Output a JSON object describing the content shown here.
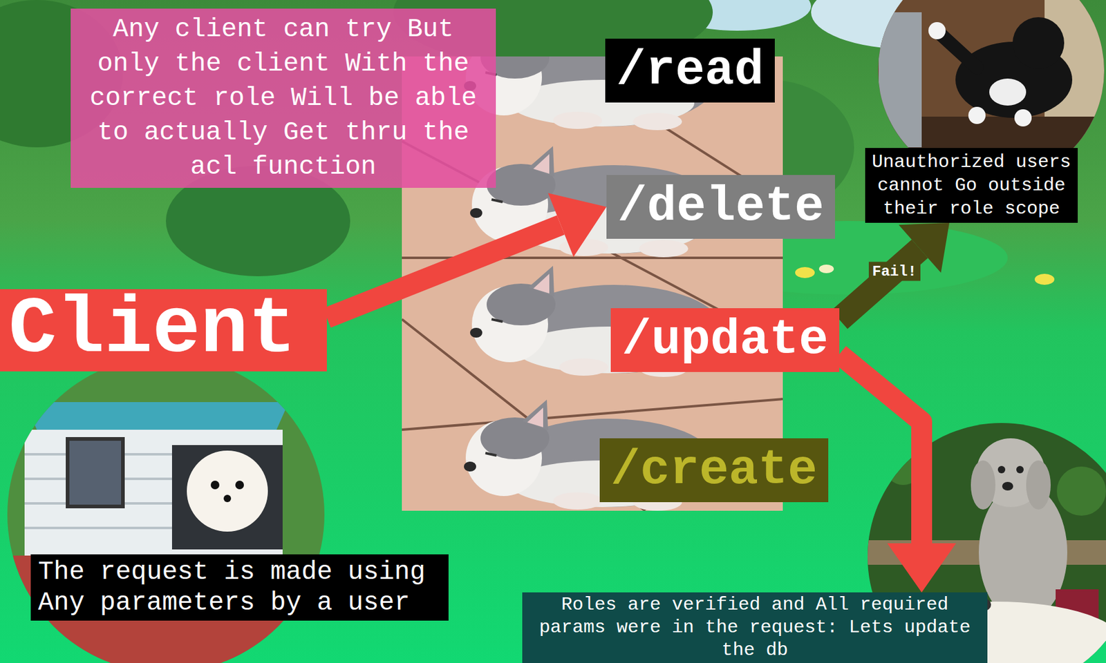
{
  "diagram": {
    "nodes": [
      {
        "text": [
          "Any client can try But only the client With the correct role Will be able to actually Get thru the acl function"
        ]
      },
      {
        "text": [
          "/read"
        ]
      },
      {
        "text": [
          "/delete"
        ]
      },
      {
        "text": [
          "Unauthorized users cannot Go outside their role scope"
        ]
      },
      {
        "text": [
          "Client"
        ]
      },
      {
        "text": [
          "/update"
        ]
      },
      {
        "text": [
          "/create"
        ]
      },
      {
        "text": [
          "The request is made using Any parameters by a user"
        ]
      },
      {
        "text": [
          "Roles are verified and All required params were in the request: Lets update the db"
        ]
      }
    ],
    "edges": [
      {
        "from": 4,
        "to": 2,
        "arrow": "to"
      },
      {
        "from": 5,
        "to": 8,
        "arrow": "to"
      },
      {
        "from": 5,
        "to": 3,
        "label": "Fail!",
        "arrow": "to"
      }
    ]
  }
}
